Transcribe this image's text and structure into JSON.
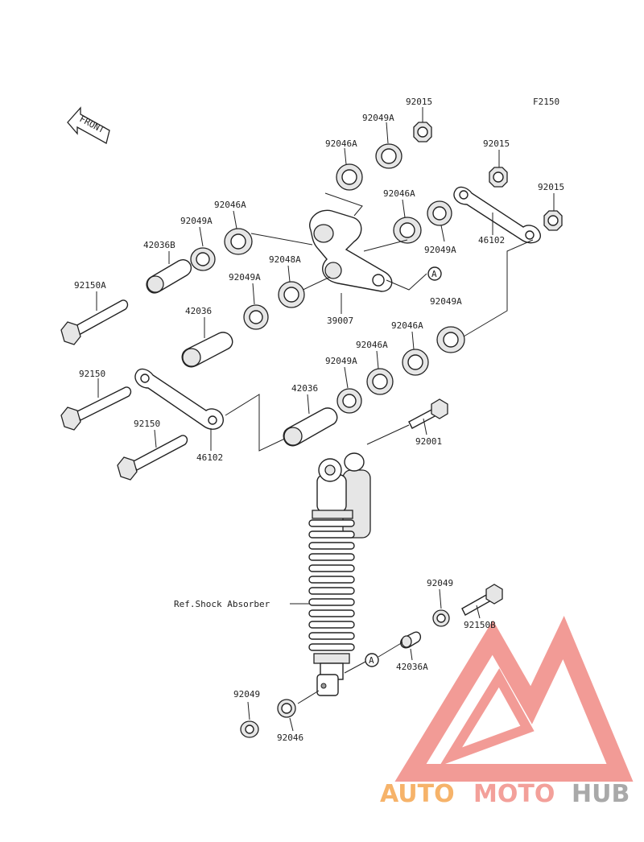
{
  "figure_code": "F2150",
  "front_marker": "FRONT",
  "circle_marker": "A",
  "ref_label": "Ref.Shock Absorber",
  "parts": {
    "p92015_top": "92015",
    "p92049A_top": "92049A",
    "p92046A_top": "92046A",
    "p92015_link_a": "92015",
    "p92015_link_b": "92015",
    "p92046A_mid": "92046A",
    "p92049A_mid_right": "92049A",
    "p46102_upper": "46102",
    "p92046A_left": "92046A",
    "p92049A_left": "92049A",
    "p42036B": "42036B",
    "p92048A": "92048A",
    "p92049A_left2": "92049A",
    "p39007": "39007",
    "p92049A_right": "92049A",
    "p92150A": "92150A",
    "p42036_upper": "42036",
    "p92046A_lower_right": "92046A",
    "p92046A_lower": "92046A",
    "p92049A_lower": "92049A",
    "p92150_upper": "92150",
    "p42036_lower": "42036",
    "p92001": "92001",
    "p92150_lower": "92150",
    "p46102_lower": "46102",
    "p92049_right": "92049",
    "p92150B": "92150B",
    "p42036A": "42036A",
    "p92049_bottom": "92049",
    "p92046_bottom": "92046"
  },
  "watermark": {
    "part1": "AUTO",
    "part2": "MOTO",
    "part3": "HUB",
    "colors": {
      "auto": "#f6b36a",
      "moto": "#f3a09a",
      "hub": "#a9a9a9",
      "triangle": "#f08a84"
    }
  }
}
